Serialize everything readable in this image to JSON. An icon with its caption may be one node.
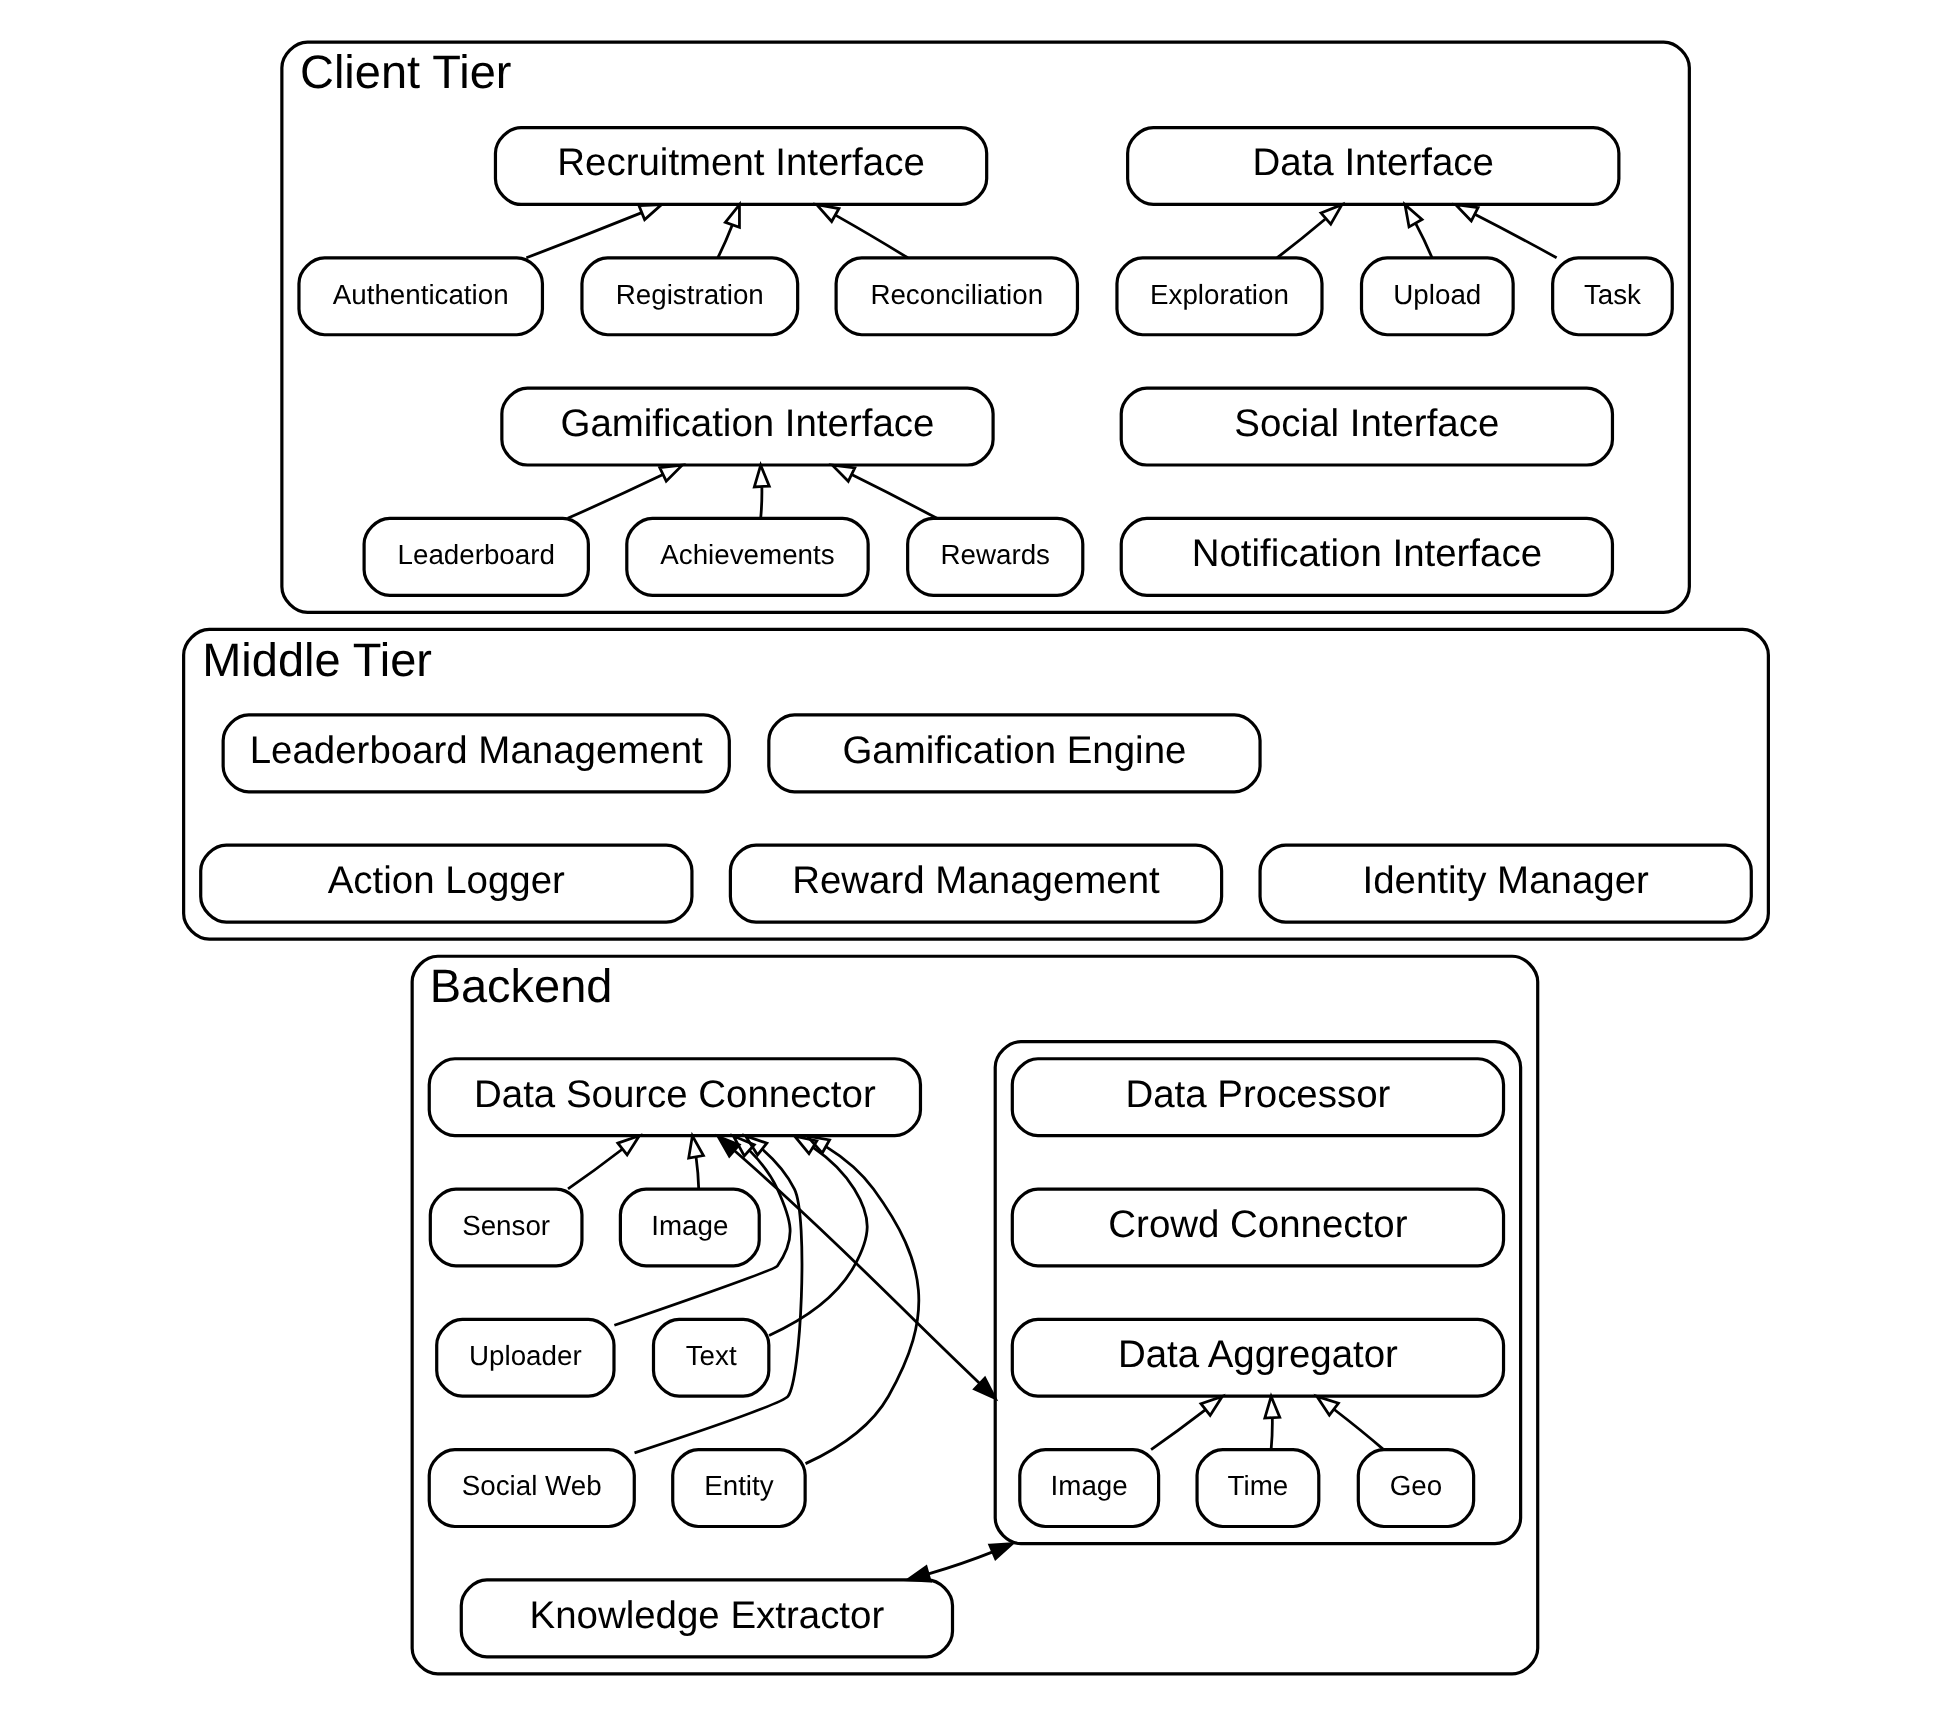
{
  "diagram": {
    "nodes": [
      {
        "text": [
          "Client Tier"
        ]
      },
      {
        "text": [
          "Recruitment Interface"
        ],
        "in": 0
      },
      {
        "text": [
          "Data Interface"
        ],
        "in": 0
      },
      {
        "text": [
          "Authentication"
        ],
        "in": 0
      },
      {
        "text": [
          "Registration"
        ],
        "in": 0
      },
      {
        "text": [
          "Reconciliation"
        ],
        "in": 0
      },
      {
        "text": [
          "Exploration"
        ],
        "in": 0
      },
      {
        "text": [
          "Upload"
        ],
        "in": 0
      },
      {
        "text": [
          "Task"
        ],
        "in": 0
      },
      {
        "text": [
          "Gamification Interface"
        ],
        "in": 0
      },
      {
        "text": [
          "Social Interface"
        ],
        "in": 0
      },
      {
        "text": [
          "Leaderboard"
        ],
        "in": 0
      },
      {
        "text": [
          "Achievements"
        ],
        "in": 0
      },
      {
        "text": [
          "Rewards"
        ],
        "in": 0
      },
      {
        "text": [
          "Notification Interface"
        ],
        "in": 0
      },
      {
        "text": [
          "Middle Tier"
        ]
      },
      {
        "text": [
          "Leaderboard Management"
        ],
        "in": 15
      },
      {
        "text": [
          "Gamification Engine"
        ],
        "in": 15
      },
      {
        "text": [
          "Action Logger"
        ],
        "in": 15
      },
      {
        "text": [
          "Reward Management"
        ],
        "in": 15
      },
      {
        "text": [
          "Identity Manager"
        ],
        "in": 15
      },
      {
        "text": [
          "Backend"
        ]
      },
      {
        "text": [
          "Data Source Connector"
        ],
        "in": 21
      },
      {
        "text": [
          "Sensor"
        ],
        "in": 21
      },
      {
        "text": [
          "Uploader"
        ],
        "in": 21
      },
      {
        "text": [
          "Social Web"
        ],
        "in": 21
      },
      {
        "text": [
          "Image"
        ],
        "in": 21
      },
      {
        "text": [
          "Text"
        ],
        "in": 21
      },
      {
        "text": [
          "Entity"
        ],
        "in": 21
      },
      {
        "text": [
          "Knowledge Extractor"
        ],
        "in": 21
      },
      {
        "text": [],
        "shape": "box",
        "in": 21
      },
      {
        "text": [
          "Data Processor"
        ],
        "in": 30
      },
      {
        "text": [
          "Crowd Connector"
        ],
        "in": 30
      },
      {
        "text": [
          "Data Aggregator"
        ],
        "in": 30
      },
      {
        "text": [
          "Image"
        ],
        "in": 30
      },
      {
        "text": [
          "Time"
        ],
        "in": 30
      },
      {
        "text": [
          "Geo"
        ],
        "in": 30
      }
    ],
    "edges": [
      {
        "from": 3,
        "to": 1,
        "arrow": "to"
      },
      {
        "from": 4,
        "to": 1,
        "arrow": "to"
      },
      {
        "from": 5,
        "to": 1,
        "arrow": "to"
      },
      {
        "from": 6,
        "to": 2,
        "arrow": "to"
      },
      {
        "from": 7,
        "to": 2,
        "arrow": "to"
      },
      {
        "from": 8,
        "to": 2,
        "arrow": "to"
      },
      {
        "from": 11,
        "to": 9,
        "arrow": "to"
      },
      {
        "from": 12,
        "to": 9,
        "arrow": "to"
      },
      {
        "from": 13,
        "to": 9,
        "arrow": "to"
      },
      {
        "from": 23,
        "to": 22,
        "arrow": "to"
      },
      {
        "from": 24,
        "to": 22,
        "arrow": "to"
      },
      {
        "from": 25,
        "to": 22,
        "arrow": "to"
      },
      {
        "from": 26,
        "to": 22,
        "arrow": "to"
      },
      {
        "from": 27,
        "to": 22,
        "arrow": "to"
      },
      {
        "from": 28,
        "to": 22,
        "arrow": "to"
      },
      {
        "from": 34,
        "to": 33,
        "arrow": "to"
      },
      {
        "from": 35,
        "to": 33,
        "arrow": "to"
      },
      {
        "from": 36,
        "to": 33,
        "arrow": "to"
      },
      {
        "from": 22,
        "to": 30,
        "arrow": "both"
      },
      {
        "from": 29,
        "to": 30,
        "arrow": "both"
      }
    ]
  }
}
